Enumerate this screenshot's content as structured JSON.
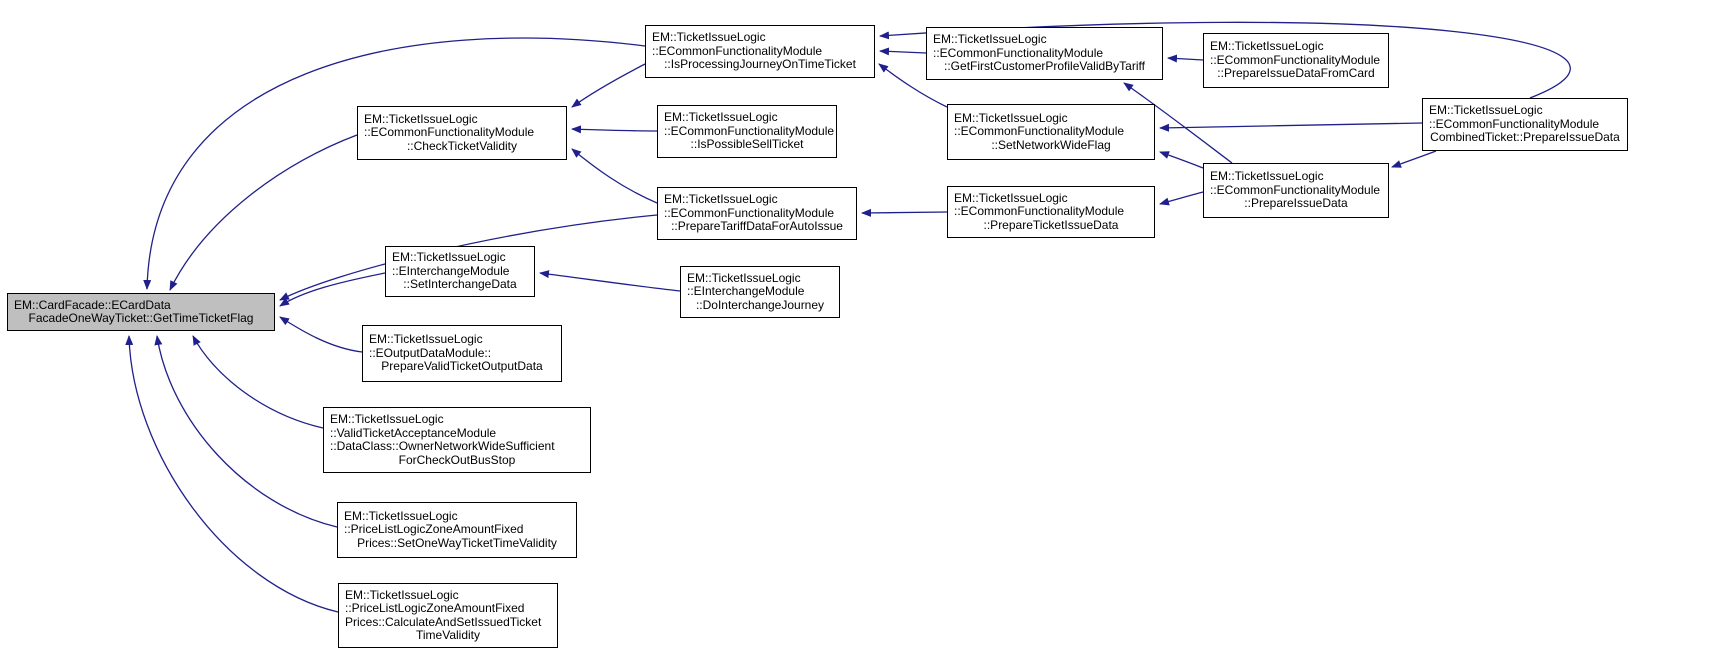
{
  "diagram_type": "doxygen-caller-graph",
  "colors": {
    "edge": "#20208c",
    "node_border": "#000000",
    "node_fill": "#ffffff",
    "highlight_fill": "#bfbfbf",
    "background": "#ffffff"
  },
  "nodes": [
    {
      "id": "get-time-ticket-flag",
      "highlighted": true,
      "lines": [
        "EM::CardFacade::ECardData",
        "FacadeOneWayTicket::GetTimeTicketFlag"
      ]
    },
    {
      "id": "check-ticket-validity",
      "highlighted": false,
      "lines": [
        "EM::TicketIssueLogic",
        "::ECommonFunctionalityModule",
        "::CheckTicketValidity"
      ]
    },
    {
      "id": "is-processing-journey-on-time-ticket",
      "highlighted": false,
      "lines": [
        "EM::TicketIssueLogic",
        "::ECommonFunctionalityModule",
        "::IsProcessingJourneyOnTimeTicket"
      ]
    },
    {
      "id": "is-possible-sell-ticket",
      "highlighted": false,
      "lines": [
        "EM::TicketIssueLogic",
        "::ECommonFunctionalityModule",
        "::IsPossibleSellTicket"
      ]
    },
    {
      "id": "prepare-tariff-data-for-auto-issue",
      "highlighted": false,
      "lines": [
        "EM::TicketIssueLogic",
        "::ECommonFunctionalityModule",
        "::PrepareTariffDataForAutoIssue"
      ]
    },
    {
      "id": "set-interchange-data",
      "highlighted": false,
      "lines": [
        "EM::TicketIssueLogic",
        "::EInterchangeModule",
        "::SetInterchangeData"
      ]
    },
    {
      "id": "do-interchange-journey",
      "highlighted": false,
      "lines": [
        "EM::TicketIssueLogic",
        "::EInterchangeModule",
        "::DoInterchangeJourney"
      ]
    },
    {
      "id": "prepare-valid-ticket-output-data",
      "highlighted": false,
      "lines": [
        "EM::TicketIssueLogic",
        "::EOutputDataModule::",
        "PrepareValidTicketOutputData"
      ]
    },
    {
      "id": "owner-network-wide-sufficient-for-check-out-bus-stop",
      "highlighted": false,
      "lines": [
        "EM::TicketIssueLogic",
        "::ValidTicketAcceptanceModule",
        "::DataClass::OwnerNetworkWideSufficient",
        "ForCheckOutBusStop"
      ]
    },
    {
      "id": "set-one-way-ticket-time-validity",
      "highlighted": false,
      "lines": [
        "EM::TicketIssueLogic",
        "::PriceListLogicZoneAmountFixed",
        "Prices::SetOneWayTicketTimeValidity"
      ]
    },
    {
      "id": "calculate-and-set-issued-ticket-time-validity",
      "highlighted": false,
      "lines": [
        "EM::TicketIssueLogic",
        "::PriceListLogicZoneAmountFixed",
        "Prices::CalculateAndSetIssuedTicket",
        "TimeValidity"
      ]
    },
    {
      "id": "get-first-customer-profile-valid-by-tariff",
      "highlighted": false,
      "lines": [
        "EM::TicketIssueLogic",
        "::ECommonFunctionalityModule",
        "::GetFirstCustomerProfileValidByTariff"
      ]
    },
    {
      "id": "set-network-wide-flag",
      "highlighted": false,
      "lines": [
        "EM::TicketIssueLogic",
        "::ECommonFunctionalityModule",
        "::SetNetworkWideFlag"
      ]
    },
    {
      "id": "prepare-ticket-issue-data",
      "highlighted": false,
      "lines": [
        "EM::TicketIssueLogic",
        "::ECommonFunctionalityModule",
        "::PrepareTicketIssueData"
      ]
    },
    {
      "id": "prepare-issue-data-from-card",
      "highlighted": false,
      "lines": [
        "EM::TicketIssueLogic",
        "::ECommonFunctionalityModule",
        "::PrepareIssueDataFromCard"
      ]
    },
    {
      "id": "prepare-issue-data",
      "highlighted": false,
      "lines": [
        "EM::TicketIssueLogic",
        "::ECommonFunctionalityModule",
        "::PrepareIssueData"
      ]
    },
    {
      "id": "combined-ticket-prepare-issue-data",
      "highlighted": false,
      "lines": [
        "EM::TicketIssueLogic",
        "::ECommonFunctionalityModule",
        "CombinedTicket::PrepareIssueData"
      ]
    }
  ],
  "edges": [
    {
      "from": "is-processing-journey-on-time-ticket",
      "to": "get-time-ticket-flag"
    },
    {
      "from": "check-ticket-validity",
      "to": "get-time-ticket-flag"
    },
    {
      "from": "prepare-tariff-data-for-auto-issue",
      "to": "get-time-ticket-flag"
    },
    {
      "from": "set-interchange-data",
      "to": "get-time-ticket-flag"
    },
    {
      "from": "prepare-valid-ticket-output-data",
      "to": "get-time-ticket-flag"
    },
    {
      "from": "owner-network-wide-sufficient-for-check-out-bus-stop",
      "to": "get-time-ticket-flag"
    },
    {
      "from": "set-one-way-ticket-time-validity",
      "to": "get-time-ticket-flag"
    },
    {
      "from": "calculate-and-set-issued-ticket-time-validity",
      "to": "get-time-ticket-flag"
    },
    {
      "from": "is-processing-journey-on-time-ticket",
      "to": "check-ticket-validity"
    },
    {
      "from": "is-possible-sell-ticket",
      "to": "check-ticket-validity"
    },
    {
      "from": "prepare-tariff-data-for-auto-issue",
      "to": "check-ticket-validity"
    },
    {
      "from": "get-first-customer-profile-valid-by-tariff",
      "to": "is-processing-journey-on-time-ticket"
    },
    {
      "from": "set-network-wide-flag",
      "to": "is-processing-journey-on-time-ticket"
    },
    {
      "from": "combined-ticket-prepare-issue-data",
      "to": "is-processing-journey-on-time-ticket"
    },
    {
      "from": "prepare-issue-data-from-card",
      "to": "get-first-customer-profile-valid-by-tariff"
    },
    {
      "from": "prepare-issue-data",
      "to": "get-first-customer-profile-valid-by-tariff"
    },
    {
      "from": "combined-ticket-prepare-issue-data",
      "to": "set-network-wide-flag"
    },
    {
      "from": "prepare-issue-data",
      "to": "set-network-wide-flag"
    },
    {
      "from": "prepare-issue-data",
      "to": "prepare-ticket-issue-data"
    },
    {
      "from": "combined-ticket-prepare-issue-data",
      "to": "prepare-issue-data"
    },
    {
      "from": "prepare-ticket-issue-data",
      "to": "prepare-tariff-data-for-auto-issue"
    },
    {
      "from": "do-interchange-journey",
      "to": "set-interchange-data"
    }
  ]
}
